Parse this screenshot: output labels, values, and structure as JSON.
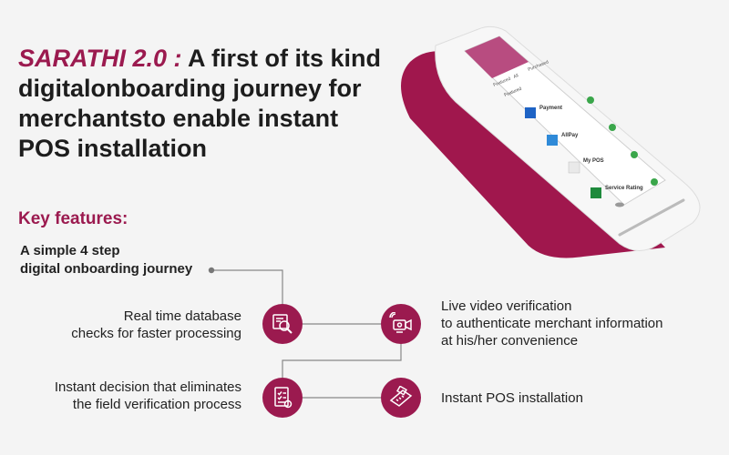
{
  "headline": {
    "brand": "SARATHI 2.0 :",
    "rest": " A first of its kind digitalonboarding journey for merchantsto enable instant POS installation"
  },
  "key_features_title": "Key features:",
  "step": {
    "line1": "A simple 4 step",
    "line2": "digital onboarding journey"
  },
  "features": {
    "database": {
      "line1": "Real time database",
      "line2": "checks for faster processing",
      "icon": "database-search-icon"
    },
    "video": {
      "line1": "Live video verification",
      "line2": "to authenticate merchant information",
      "line3": "at his/her convenience",
      "icon": "video-verification-icon"
    },
    "decision": {
      "line1": "Instant decision that eliminates",
      "line2": "the field verification process",
      "icon": "checklist-document-icon"
    },
    "pos": {
      "line1": "Instant POS installation",
      "icon": "pos-machine-icon"
    }
  },
  "device_screen": {
    "tabs": [
      "Featured",
      "All",
      "Purchased"
    ],
    "section": "Featured",
    "apps": [
      {
        "name": "Payment",
        "icon_color": "#1e63c5"
      },
      {
        "name": "AllPay",
        "icon_color": "#2f8ad8"
      },
      {
        "name": "My POS",
        "icon_color": "#e9e9e9"
      },
      {
        "name": "Service Rating",
        "icon_color": "#1e8a3c"
      }
    ]
  },
  "colors": {
    "accent": "#9b1a4f",
    "text": "#222222",
    "background": "#f4f4f4"
  }
}
